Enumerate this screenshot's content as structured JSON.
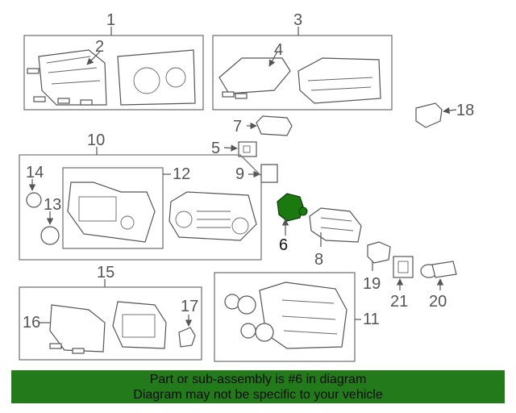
{
  "diagram": {
    "callouts": [
      "1",
      "2",
      "3",
      "4",
      "5",
      "6",
      "7",
      "8",
      "9",
      "10",
      "11",
      "12",
      "13",
      "14",
      "15",
      "16",
      "17",
      "18",
      "19",
      "20",
      "21"
    ],
    "highlight_color": "#1a7a10"
  },
  "banner": {
    "line1": "Part or sub-assembly is #6 in diagram",
    "line2": "Diagram may not be specific to your vehicle",
    "background": "#237a1a"
  }
}
